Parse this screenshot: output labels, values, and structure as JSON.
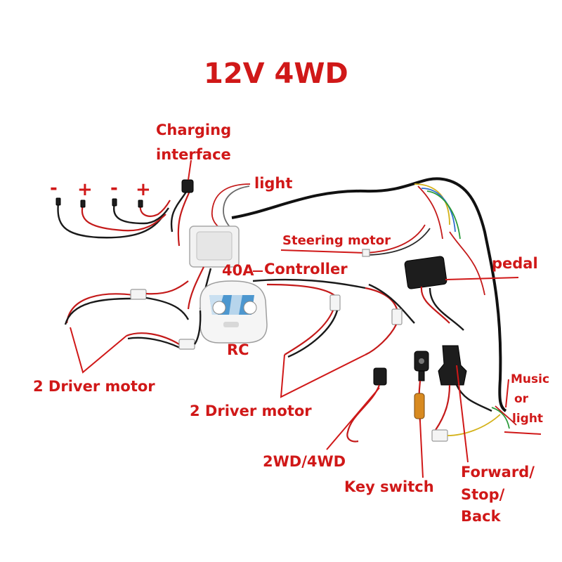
{
  "title": "12V 4WD",
  "terminals": [
    "-",
    "+",
    "-",
    "+"
  ],
  "labels": {
    "charging_line1": "Charging",
    "charging_line2": "interface",
    "light": "light",
    "steering_motor": "Steering motor",
    "controller_amp": "40A",
    "controller": "Controller",
    "pedal": "pedal",
    "rc": "RC",
    "driver_motor_left": "2 Driver motor",
    "driver_motor_right": "2 Driver motor",
    "music_line1": "Music",
    "music_line2": "or",
    "music_line3": "light",
    "mode_switch": "2WD/4WD",
    "key_switch": "Key switch",
    "direction_line1": "Forward/",
    "direction_line2": "Stop/",
    "direction_line3": "Back"
  },
  "colors": {
    "label_red": "#d01818",
    "wire_red": "#c41a1a",
    "wire_black": "#1a1a1a",
    "remote_blue": "#2f86c8"
  }
}
